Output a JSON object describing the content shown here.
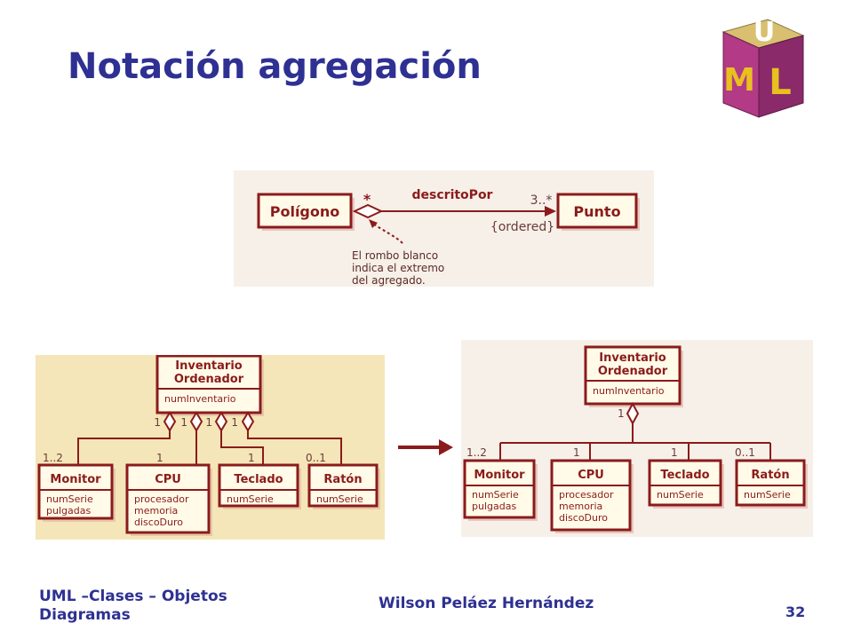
{
  "slide": {
    "title": "Notación agregación",
    "footer_left": "UML –Clases – Objetos Diagramas",
    "footer_center": "Wilson Peláez Hernández",
    "page_number": "32"
  },
  "logo": {
    "letters": [
      "U",
      "M",
      "L"
    ]
  },
  "diagram1": {
    "class_a": "Polígono",
    "class_b": "Punto",
    "association": "descritoPor",
    "mult_a": "*",
    "mult_b": "3..*",
    "constraint": "{ordered}",
    "note": [
      "El rombo blanco",
      "indica el extremo",
      "del agregado."
    ]
  },
  "diagram2": {
    "whole": {
      "name": [
        "Inventario",
        "Ordenador"
      ],
      "attrs": [
        "numInventario"
      ]
    },
    "parts": [
      {
        "name": "Monitor",
        "attrs": [
          "numSerie",
          "pulgadas"
        ],
        "mult_part": "1..2",
        "mult_whole": "1"
      },
      {
        "name": "CPU",
        "attrs": [
          "procesador",
          "memoria",
          "discoDuro"
        ],
        "mult_part": "1",
        "mult_whole": "1"
      },
      {
        "name": "Teclado",
        "attrs": [
          "numSerie"
        ],
        "mult_part": "1",
        "mult_whole": "1"
      },
      {
        "name": "Ratón",
        "attrs": [
          "numSerie"
        ],
        "mult_part": "0..1",
        "mult_whole": "1"
      }
    ]
  },
  "diagram3": {
    "whole": {
      "name": [
        "Inventario",
        "Ordenador"
      ],
      "attrs": [
        "numInventario"
      ],
      "mult": "1"
    },
    "parts": [
      {
        "name": "Monitor",
        "attrs": [
          "numSerie",
          "pulgadas"
        ],
        "mult": "1..2"
      },
      {
        "name": "CPU",
        "attrs": [
          "procesador",
          "memoria",
          "discoDuro"
        ],
        "mult": "1"
      },
      {
        "name": "Teclado",
        "attrs": [
          "numSerie"
        ],
        "mult": "1"
      },
      {
        "name": "Ratón",
        "attrs": [
          "numSerie"
        ],
        "mult": "0..1"
      }
    ]
  },
  "colors": {
    "title": "#2e3192",
    "uml_border": "#8b1b1b",
    "panel_bg_light": "#f6f0e8",
    "panel_bg_tan": "#f4e6b8",
    "class_fill": "#fffbe8",
    "arrow": "#8b1b1b"
  }
}
